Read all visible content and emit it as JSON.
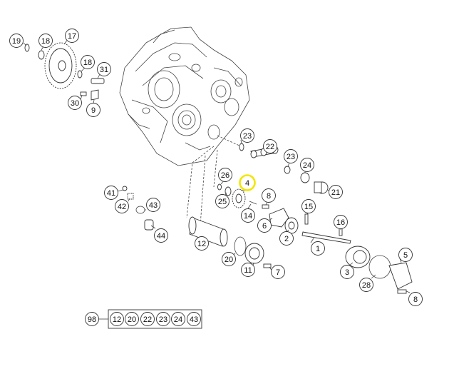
{
  "callouts": [
    {
      "id": "c19a",
      "text": "19"
    },
    {
      "id": "c18a",
      "text": "18"
    },
    {
      "id": "c17",
      "text": "17"
    },
    {
      "id": "c18b",
      "text": "18"
    },
    {
      "id": "c31",
      "text": "31"
    },
    {
      "id": "c30",
      "text": "30"
    },
    {
      "id": "c9",
      "text": "9"
    },
    {
      "id": "c23a",
      "text": "23"
    },
    {
      "id": "c22",
      "text": "22"
    },
    {
      "id": "c23b",
      "text": "23"
    },
    {
      "id": "c24",
      "text": "24"
    },
    {
      "id": "c26",
      "text": "26"
    },
    {
      "id": "c4",
      "text": "4"
    },
    {
      "id": "c21",
      "text": "21"
    },
    {
      "id": "c25",
      "text": "25"
    },
    {
      "id": "c8a",
      "text": "8"
    },
    {
      "id": "c41",
      "text": "41"
    },
    {
      "id": "c43",
      "text": "43"
    },
    {
      "id": "c42",
      "text": "42"
    },
    {
      "id": "c14",
      "text": "14"
    },
    {
      "id": "c15",
      "text": "15"
    },
    {
      "id": "c6",
      "text": "6"
    },
    {
      "id": "c16",
      "text": "16"
    },
    {
      "id": "c44",
      "text": "44"
    },
    {
      "id": "c2",
      "text": "2"
    },
    {
      "id": "c12",
      "text": "12"
    },
    {
      "id": "c1",
      "text": "1"
    },
    {
      "id": "c20",
      "text": "20"
    },
    {
      "id": "c5",
      "text": "5"
    },
    {
      "id": "c11",
      "text": "11"
    },
    {
      "id": "c7",
      "text": "7"
    },
    {
      "id": "c3",
      "text": "3"
    },
    {
      "id": "c28",
      "text": "28"
    },
    {
      "id": "c8b",
      "text": "8"
    }
  ],
  "kit": {
    "number": "98",
    "contents": [
      "12",
      "20",
      "22",
      "23",
      "24",
      "43"
    ]
  },
  "highlight_color": "#f2e600"
}
